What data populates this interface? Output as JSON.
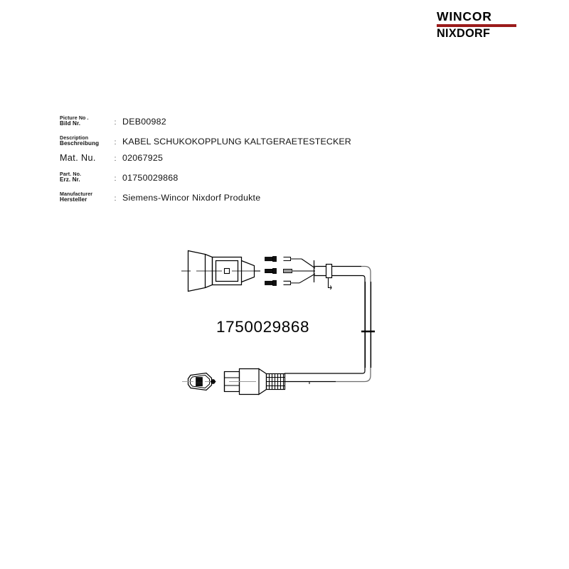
{
  "document": {
    "title": "KABEL SCHUKOKOPPLUNG KALTGERAETESTECKER",
    "background_color": "#ffffff"
  },
  "logo": {
    "name": "wincor-nixdorf-logo",
    "line1": "WINCOR",
    "line2": "NIXDORF",
    "bar_color": "#9B1B1B",
    "text_color": "#000000"
  },
  "spec": {
    "separator": ":",
    "rows": [
      {
        "key": "picture-no",
        "label_en": "Picture No .",
        "label_de": "Bild Nr.",
        "value": "DEB00982"
      },
      {
        "key": "description",
        "label_en": "Description",
        "label_de": "Beschreibung",
        "value": "KABEL SCHUKOKOPPLUNG KALTGERAETESTECKER"
      },
      {
        "key": "mat-nu",
        "label_en": "",
        "label_de": "Mat. Nu.",
        "value": "02067925"
      },
      {
        "key": "part-no",
        "label_en": "Part. No.",
        "label_de": "Erz. Nr.",
        "value": "01750029868"
      },
      {
        "key": "manufacturer",
        "label_en": "Manufacturer",
        "label_de": "Hersteller",
        "value": "Siemens-Wincor Nixdorf Produkte"
      }
    ]
  },
  "drawing": {
    "name": "power-cable-technical-drawing",
    "part_number_label": "1750029868",
    "line_color": "#000000",
    "cable_color": "#6e6e6e",
    "components": [
      {
        "name": "schuko-plug",
        "description": "Schuko mains plug, side profile with flared housing and strain relief cone"
      },
      {
        "name": "crimp-terminals",
        "description": "Three crimp terminals / ferrules",
        "count": 3
      },
      {
        "name": "wire-leads",
        "description": "Three wire leads converging into the cable",
        "count": 3
      },
      {
        "name": "cable-tie-marker",
        "description": "Cable junction marker at wire convergence"
      },
      {
        "name": "cable-break-mark",
        "description": "Length break symbol on vertical cable run"
      },
      {
        "name": "iec-connector-face-view",
        "description": "IEC C13 coupler front face with three pin slots"
      },
      {
        "name": "iec-connector-side-view",
        "description": "IEC C13 coupler side profile with ribbed strain relief"
      }
    ]
  }
}
